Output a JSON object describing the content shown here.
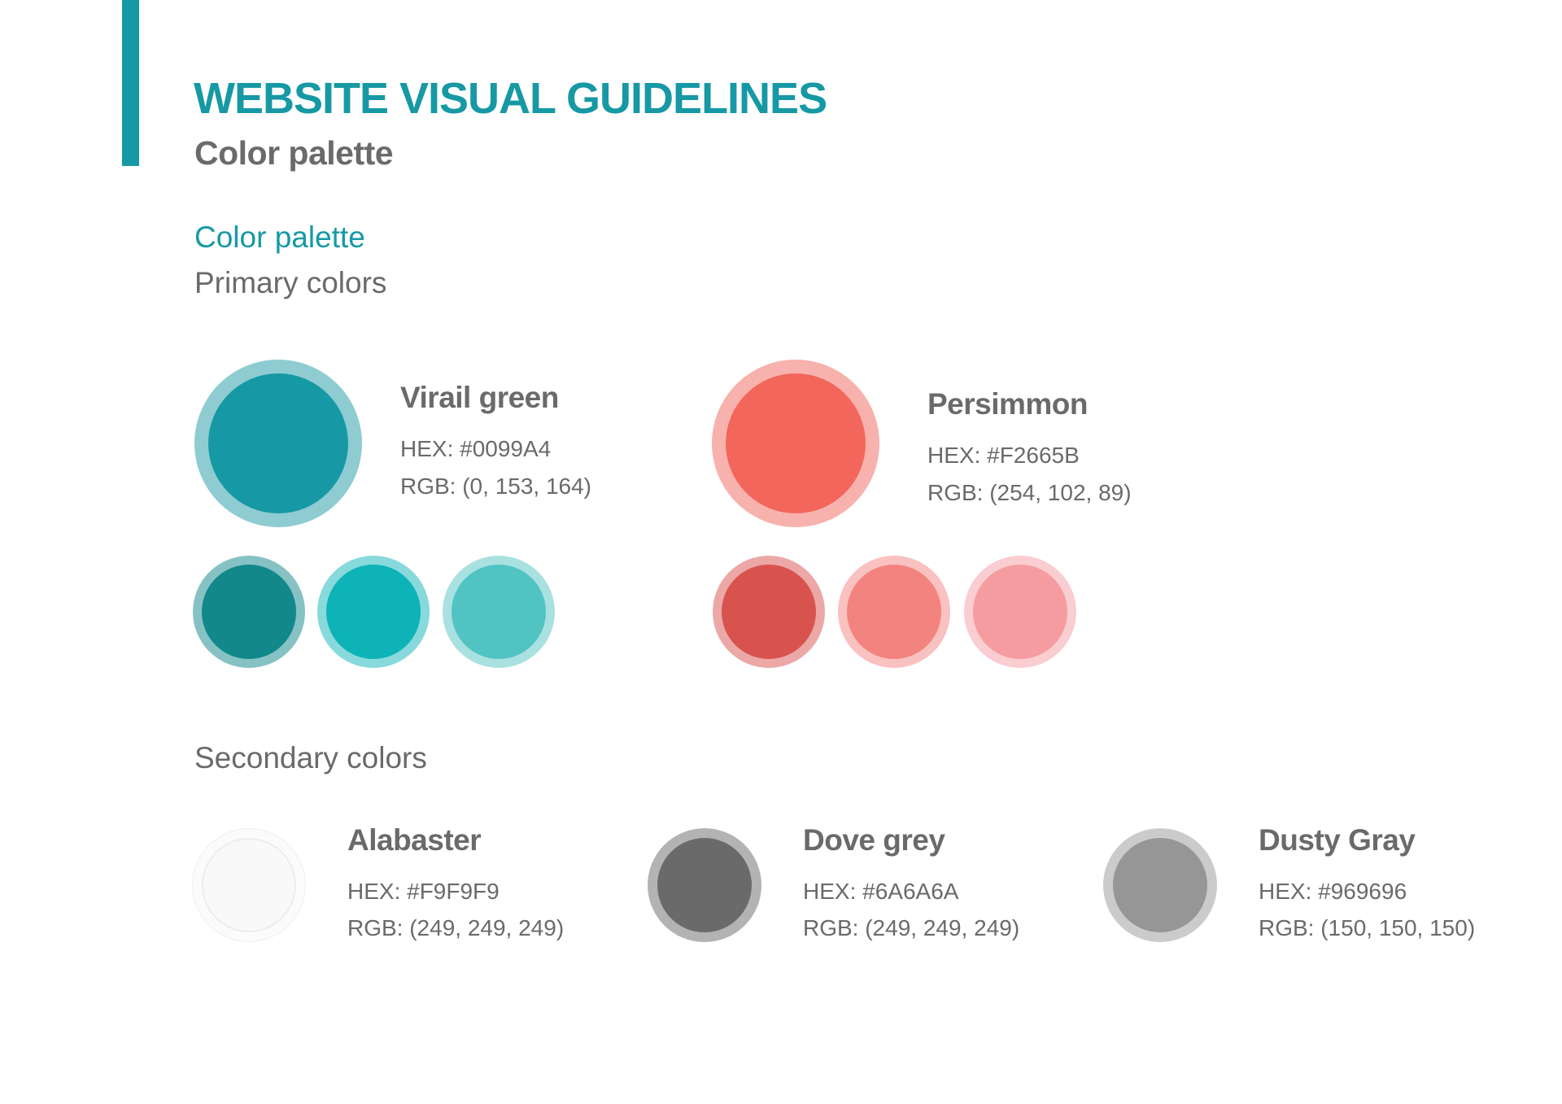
{
  "header": {
    "title": "WEBSITE VISUAL GUIDELINES",
    "subtitle": "Color palette",
    "accent_color": "#1699A4"
  },
  "section": {
    "label": "Color palette",
    "primary_heading": "Primary colors",
    "secondary_heading": "Secondary colors"
  },
  "primary": [
    {
      "name": "Virail green",
      "hex": "HEX: #0099A4",
      "rgb": "RGB: (0, 153, 164)",
      "fill": "#1699A4",
      "ring": "#8ECCD2",
      "shades": [
        {
          "fill": "#12888A",
          "ring": "#86C2C4"
        },
        {
          "fill": "#0DB3B6",
          "ring": "#87D9DB"
        },
        {
          "fill": "#50C3C2",
          "ring": "#A9E1E0"
        }
      ]
    },
    {
      "name": "Persimmon",
      "hex": "HEX: #F2665B",
      "rgb": "RGB: (254, 102, 89)",
      "fill": "#F2665B",
      "ring": "#F7B2AD",
      "shades": [
        {
          "fill": "#D9534E",
          "ring": "#EBA8A7"
        },
        {
          "fill": "#F3837E",
          "ring": "#F9C1BF"
        },
        {
          "fill": "#F59CA0",
          "ring": "#FACDD0"
        }
      ]
    }
  ],
  "secondary": [
    {
      "name": "Alabaster",
      "hex": "HEX: #F9F9F9",
      "rgb": "RGB: (249, 249, 249)",
      "fill": "#F9F9F9",
      "ring": "#FBFBFB"
    },
    {
      "name": "Dove grey",
      "hex": "HEX: #6A6A6A",
      "rgb": "RGB: (249, 249, 249)",
      "fill": "#6A6A6A",
      "ring": "#B3B3B3"
    },
    {
      "name": "Dusty Gray",
      "hex": "HEX: #969696",
      "rgb": "RGB: (150, 150, 150)",
      "fill": "#969696",
      "ring": "#CBCBCB"
    }
  ]
}
